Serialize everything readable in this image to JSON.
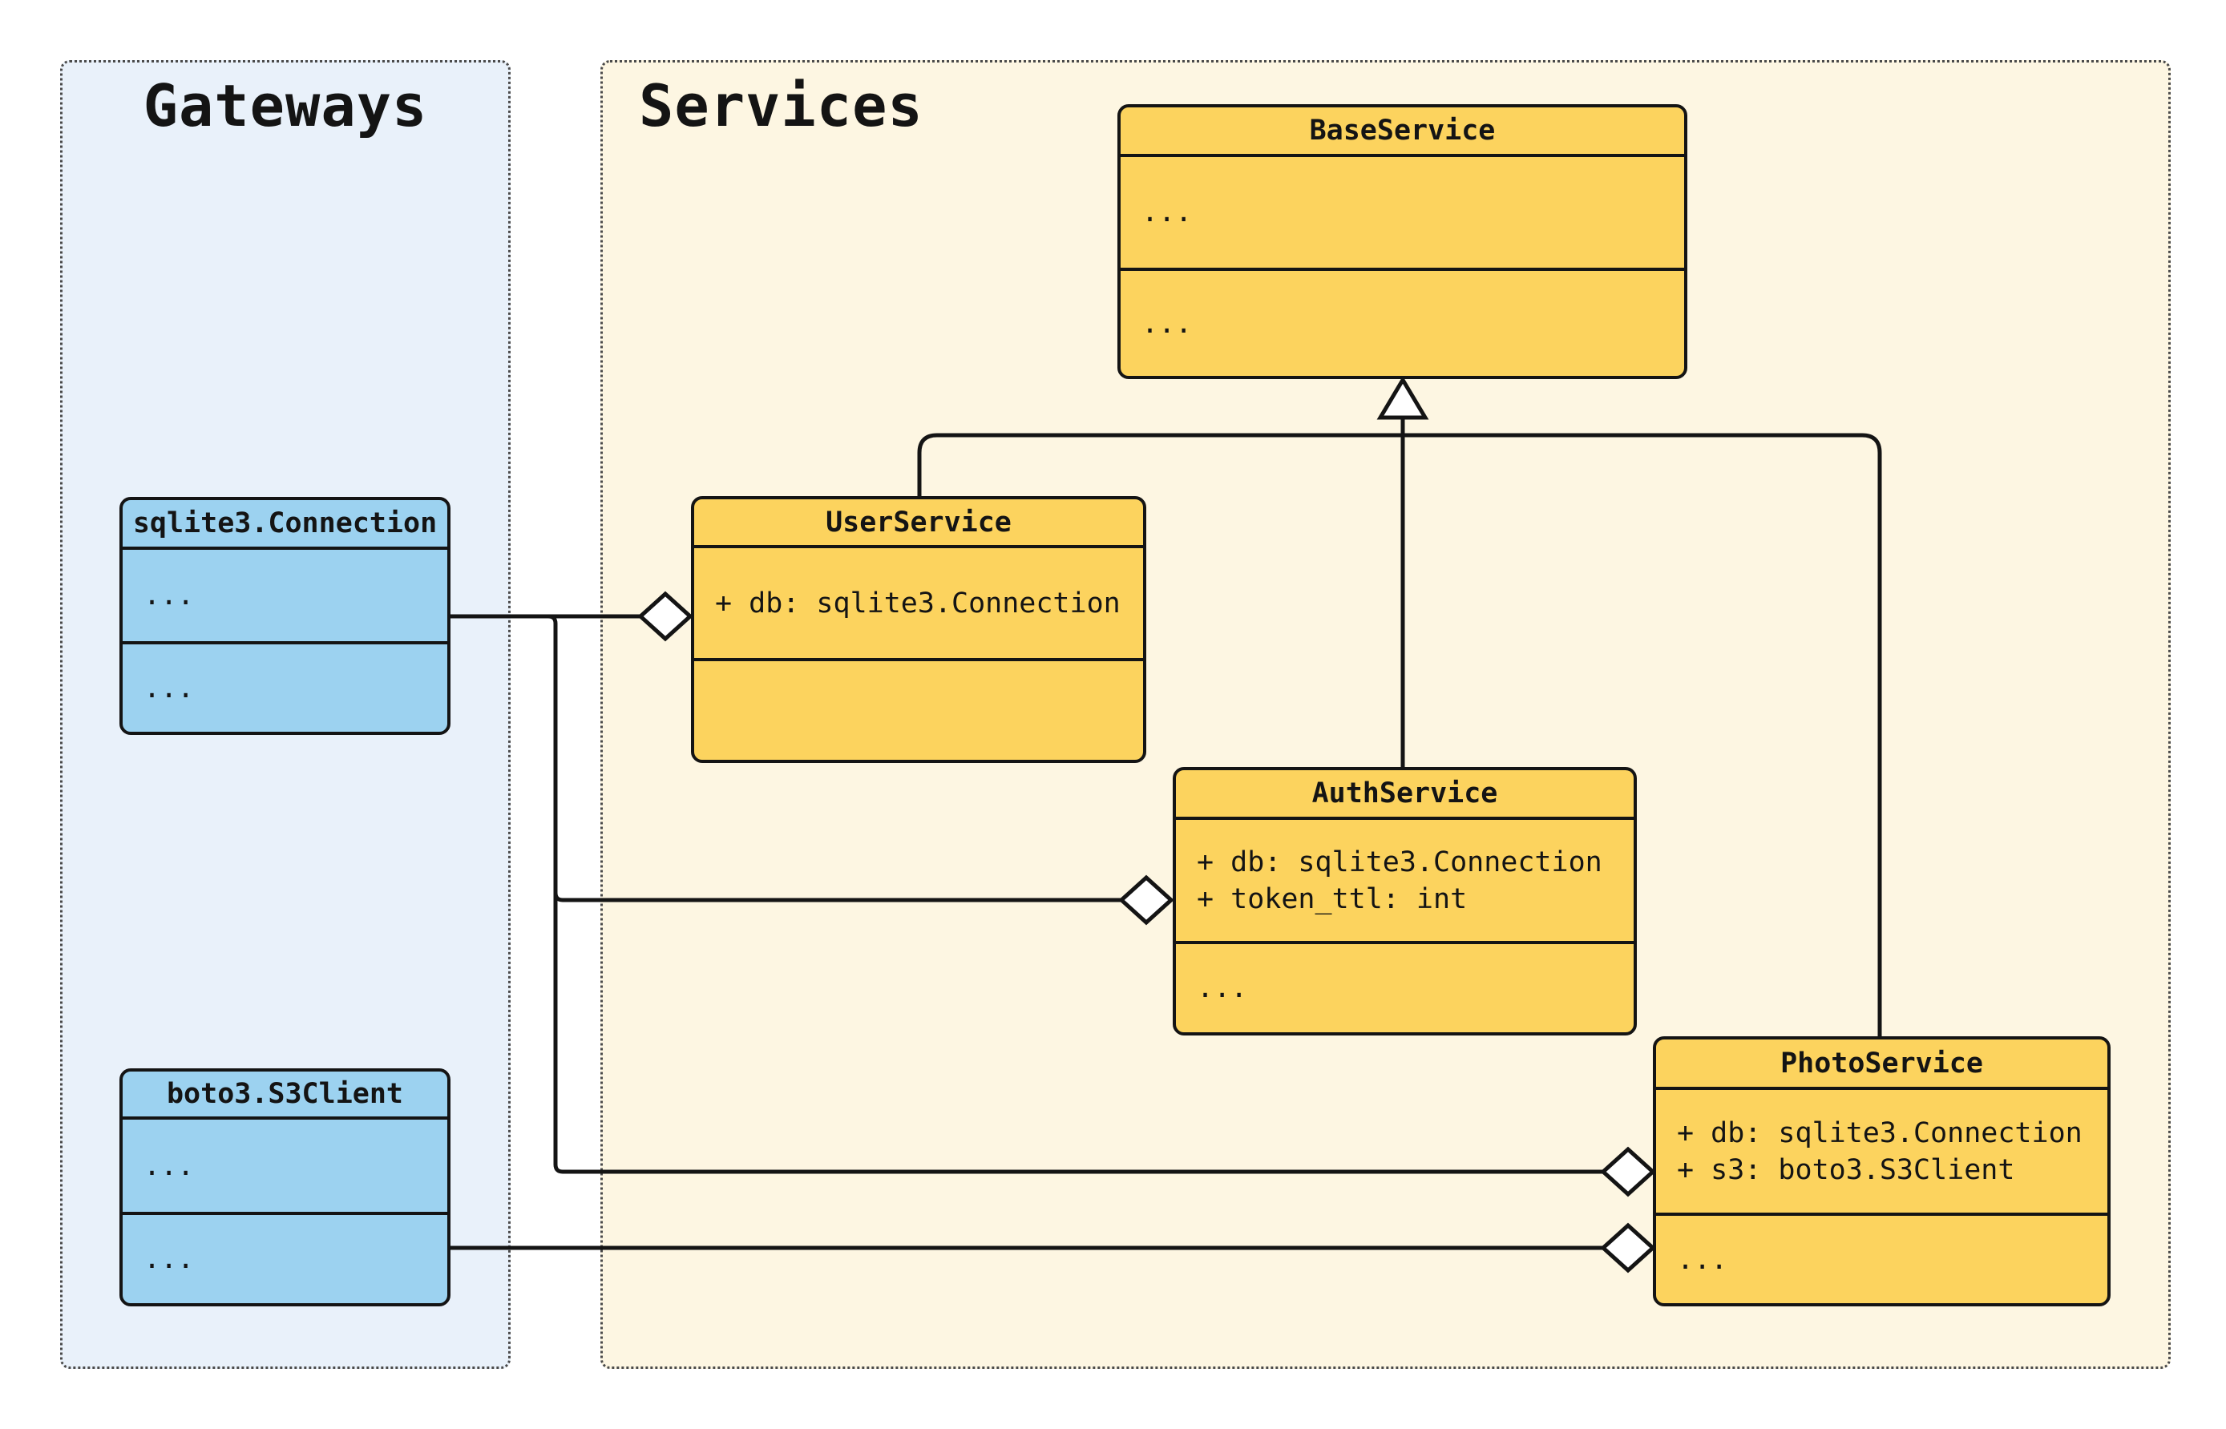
{
  "panels": {
    "gateways": {
      "title": "Gateways",
      "fill": "#e9f1fa"
    },
    "services": {
      "title": "Services",
      "fill": "#fdf6e2"
    }
  },
  "colors": {
    "service_box_fill": "#fcd35e",
    "gateway_box_fill": "#9cd2f0",
    "stroke": "#141414",
    "page_background": "#ffffff"
  },
  "classes": {
    "base_service": {
      "name": "BaseService",
      "attributes": [
        "..."
      ],
      "methods": [
        "..."
      ]
    },
    "user_service": {
      "name": "UserService",
      "attributes": [
        "+ db: sqlite3.Connection"
      ],
      "methods": [
        ""
      ]
    },
    "auth_service": {
      "name": "AuthService",
      "attributes": [
        "+ db: sqlite3.Connection",
        "+ token_ttl: int"
      ],
      "methods": [
        "..."
      ]
    },
    "photo_service": {
      "name": "PhotoService",
      "attributes": [
        "+ db: sqlite3.Connection",
        "+ s3: boto3.S3Client"
      ],
      "methods": [
        "..."
      ]
    },
    "sqlite_connection": {
      "name": "sqlite3.Connection",
      "attributes": [
        "..."
      ],
      "methods": [
        "..."
      ]
    },
    "boto3_s3client": {
      "name": "boto3.S3Client",
      "attributes": [
        "..."
      ],
      "methods": [
        "..."
      ]
    }
  },
  "relationships": [
    {
      "type": "inheritance",
      "from": "UserService",
      "to": "BaseService"
    },
    {
      "type": "inheritance",
      "from": "AuthService",
      "to": "BaseService"
    },
    {
      "type": "inheritance",
      "from": "PhotoService",
      "to": "BaseService"
    },
    {
      "type": "aggregation",
      "from": "sqlite3.Connection",
      "to": "UserService"
    },
    {
      "type": "aggregation",
      "from": "sqlite3.Connection",
      "to": "AuthService"
    },
    {
      "type": "aggregation",
      "from": "sqlite3.Connection",
      "to": "PhotoService"
    },
    {
      "type": "aggregation",
      "from": "boto3.S3Client",
      "to": "PhotoService"
    }
  ]
}
